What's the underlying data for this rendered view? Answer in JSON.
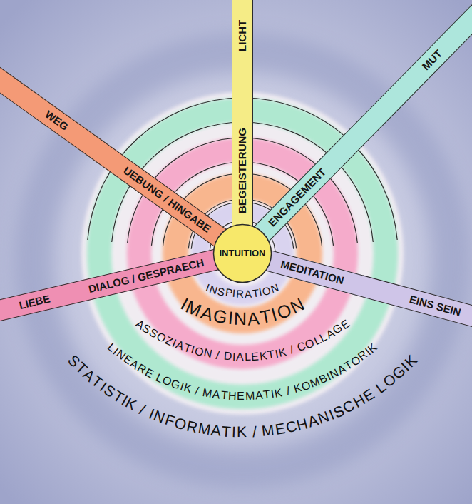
{
  "diagram": {
    "nodes": [
      {
        "text": [
          "BEGEISTERUNG",
          "LICHT"
        ]
      },
      {
        "text": [
          "ENGAGEMENT",
          "MUT"
        ]
      },
      {
        "text": [
          "WEG",
          "UEBUNG / HINGABE"
        ]
      },
      {
        "text": [
          "INTUITION"
        ]
      },
      {
        "text": [
          "LIEBE",
          "DIALOG / GESPRAECH"
        ]
      },
      {
        "text": [
          "MEDITATION",
          "EINS SEIN"
        ]
      },
      {
        "text": [
          "INSPIRATION"
        ]
      },
      {
        "text": [
          "IMAGINATION"
        ]
      },
      {
        "text": [
          "ASSOZIATION / DIALEKTIK / COLLAGE"
        ]
      },
      {
        "text": [
          "LINEARE LOGIK / MATHEMATIK / KOMBINATORIK"
        ]
      }
    ],
    "labels": [
      "STATISTIK / INFORMATIK / MECHANISCHE LOGIK"
    ]
  }
}
